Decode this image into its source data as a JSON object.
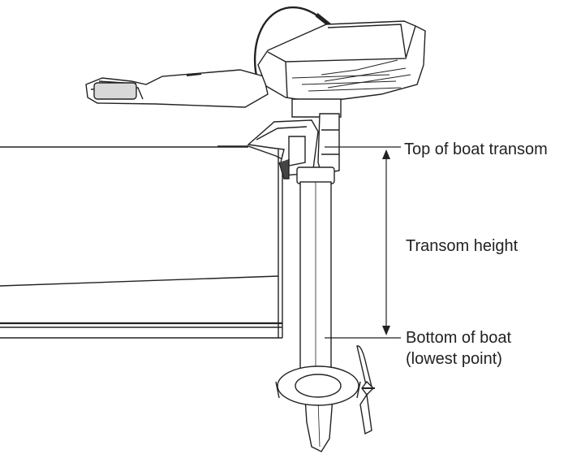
{
  "labels": {
    "top_of_transom": "Top of boat transom",
    "transom_height": "Transom height",
    "bottom_of_boat_line1": "Bottom of boat",
    "bottom_of_boat_line2": "(lowest point)"
  },
  "colors": {
    "line": "#222222",
    "text": "#222222",
    "background": "#ffffff"
  },
  "icons": {
    "motor": "outboard-motor-icon",
    "propeller": "propeller-icon"
  }
}
